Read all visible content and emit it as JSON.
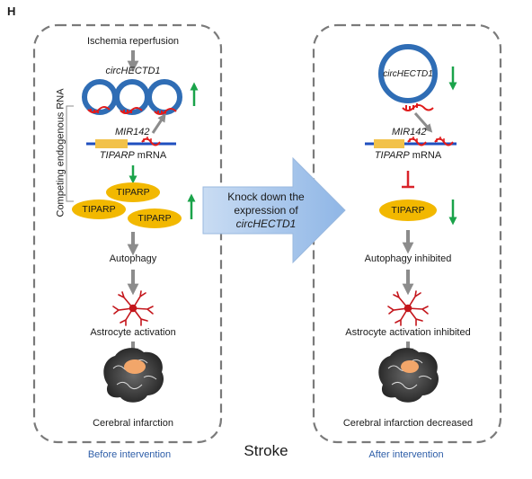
{
  "panel_label": "H",
  "left_panel": {
    "top_label": "Ischemia reperfusion",
    "circrna_label": "circHECTD1",
    "side_label": "Competing endogenous RNA",
    "mirna_label": "MIR142",
    "mrna_label_gene": "TIPARP",
    "mrna_label_suffix": " mRNA",
    "protein_labels": [
      "TIPARP",
      "TIPARP",
      "TIPARP"
    ],
    "autophagy_label": "Autophagy",
    "astrocyte_label": "Astrocyte activation",
    "infarction_label": "Cerebral infarction",
    "caption": "Before intervention"
  },
  "middle": {
    "arrow_line1": "Knock down the",
    "arrow_line2": "expression of",
    "arrow_line3": "circHECTD1",
    "bottom_label": "Stroke"
  },
  "right_panel": {
    "circrna_label": "circHECTD1",
    "mirna_label": "MIR142",
    "mrna_label_gene": "TIPARP",
    "mrna_label_suffix": " mRNA",
    "protein_label": "TIPARP",
    "autophagy_label": "Autophagy inhibited",
    "astrocyte_label": "Astrocyte activation inhibited",
    "infarction_label": "Cerebral infarction decreased",
    "caption": "After intervention"
  },
  "colors": {
    "circ_ring": "#2f6db5",
    "mirna_red": "#e01b1b",
    "mrna_blue": "#1f4fbf",
    "mrna_yellow": "#f2c24a",
    "protein_fill": "#f2b800",
    "gray_arrow": "#8c8c8c",
    "green_arrow": "#1aa34a",
    "inhibit_red": "#d9232a",
    "big_arrow": "#a8c6ea",
    "dashed_border": "#7a7a7a",
    "caption_blue": "#2e5ea8"
  }
}
